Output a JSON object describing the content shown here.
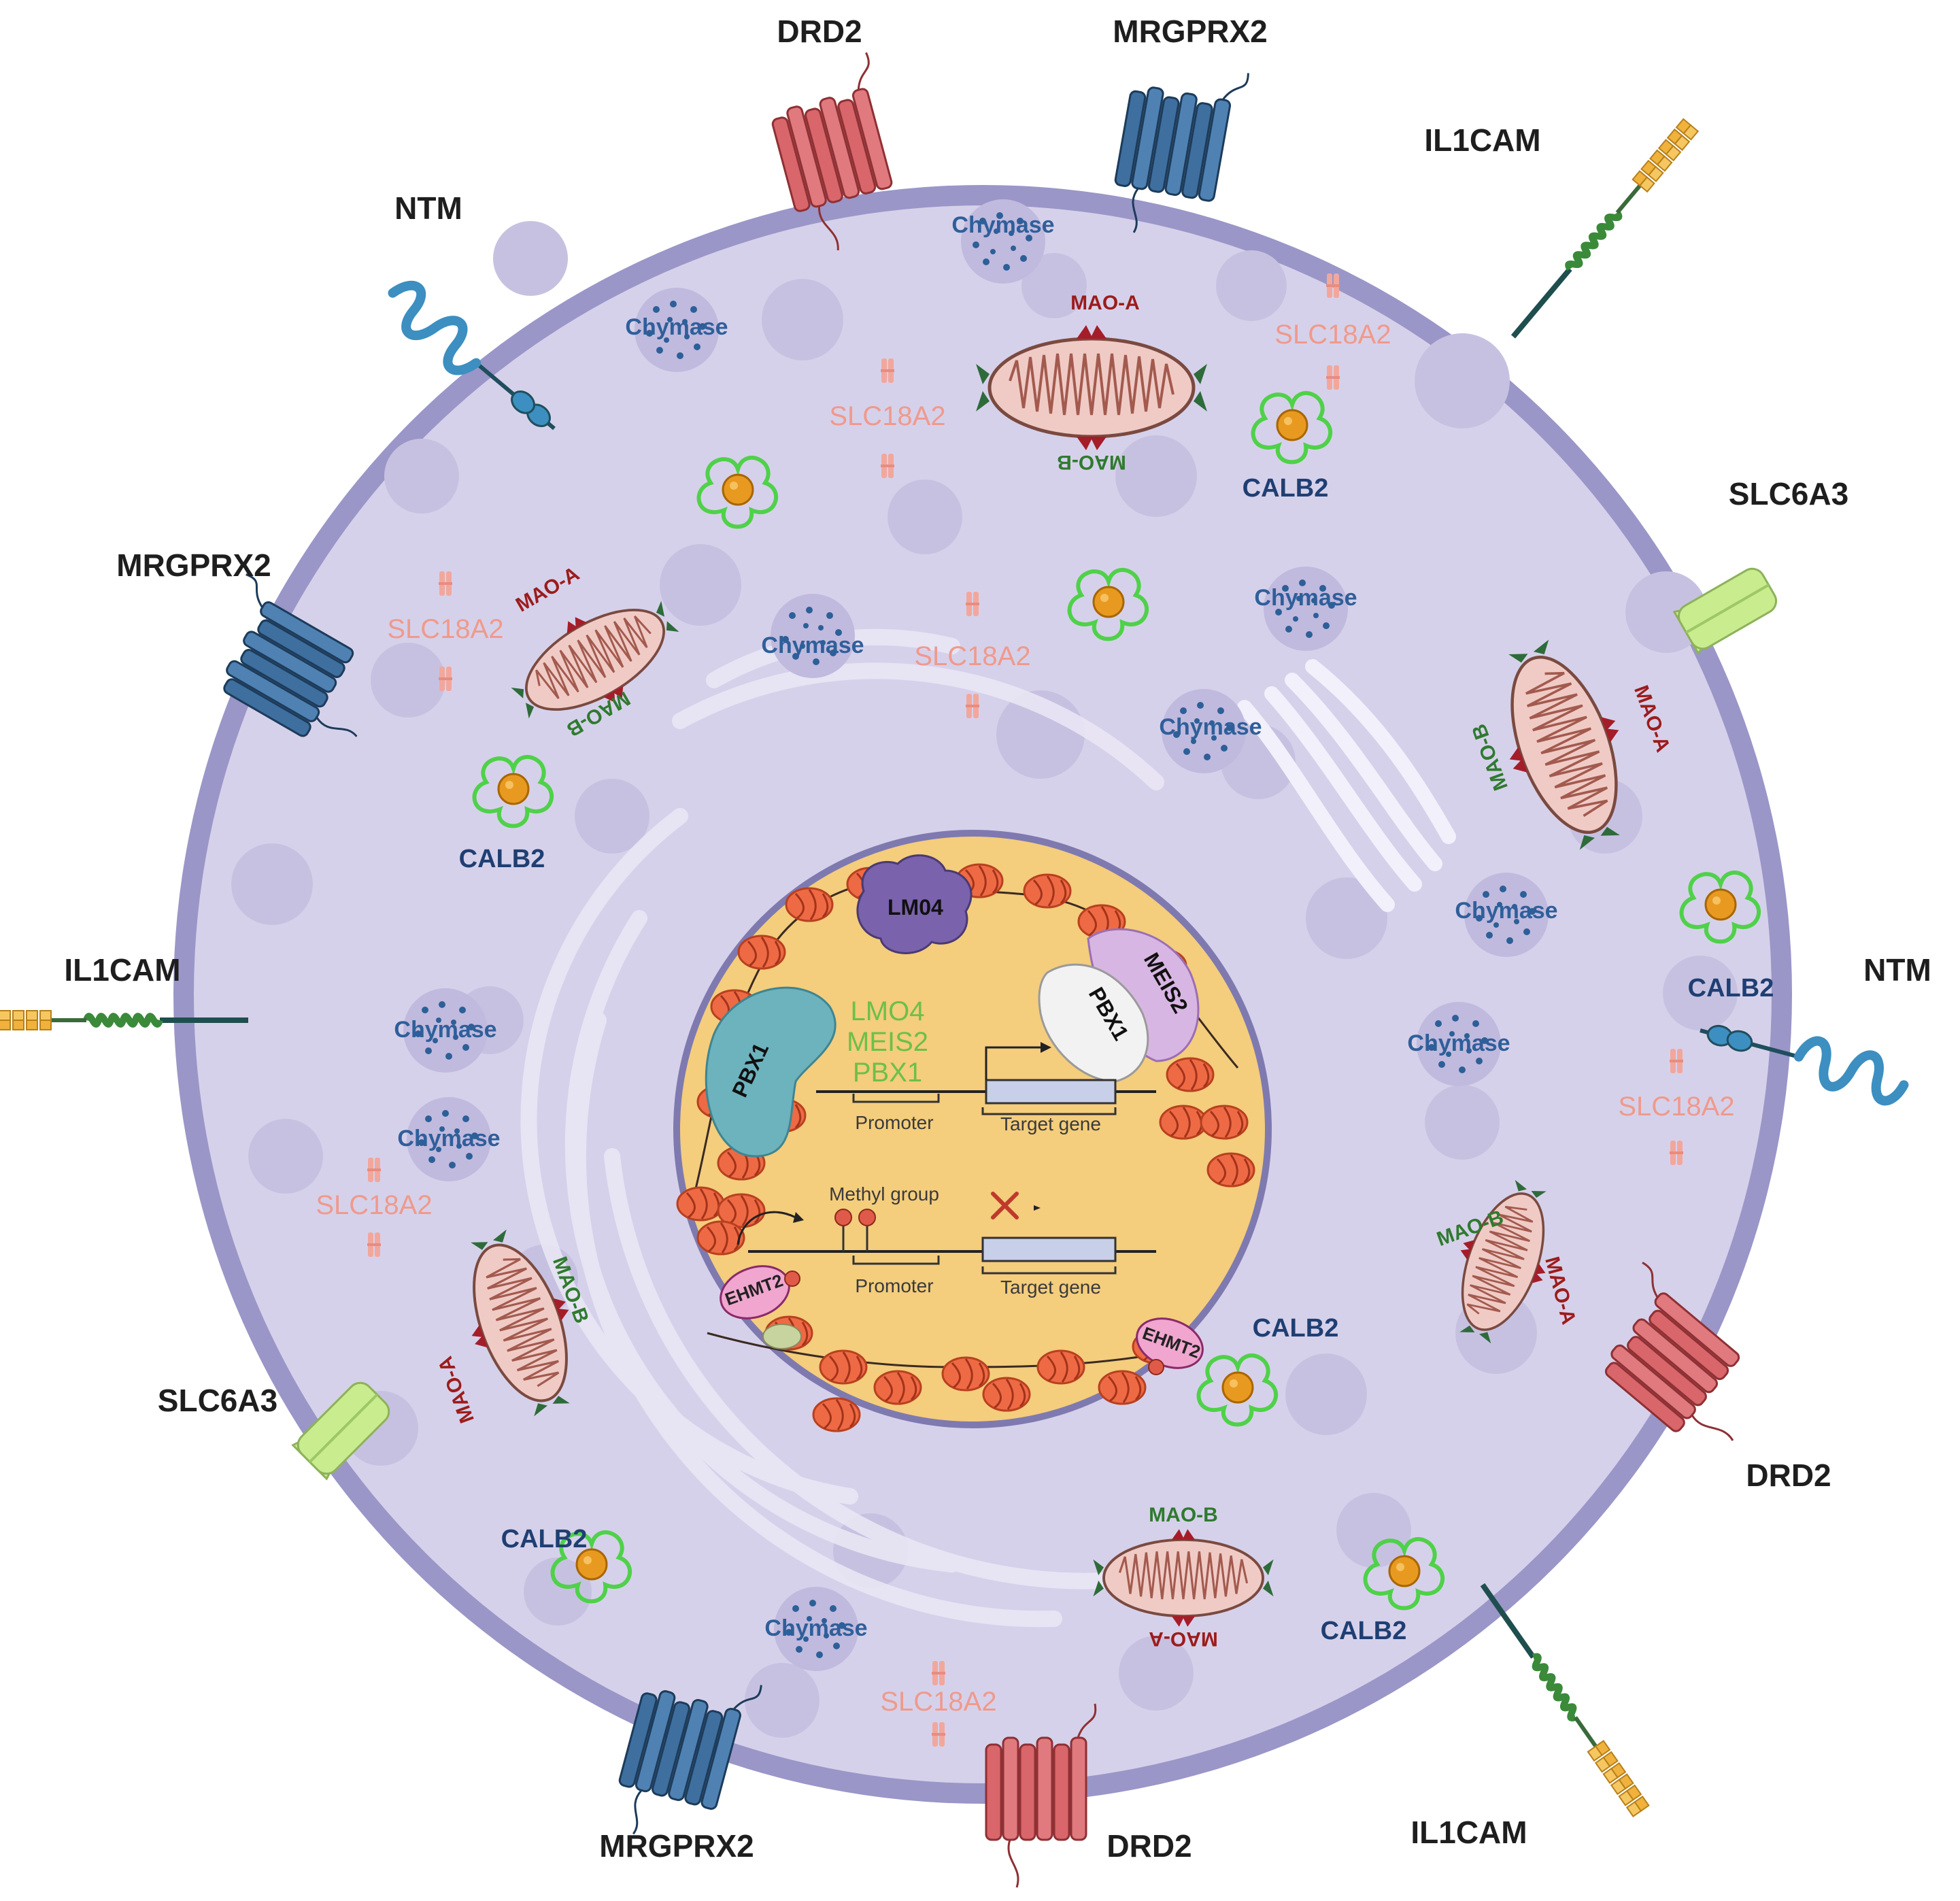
{
  "membrane_labels": {
    "drd2_top": "DRD2",
    "drd2_right": "DRD2",
    "drd2_bottom": "DRD2",
    "mrgprx2_top": "MRGPRX2",
    "mrgprx2_left": "MRGPRX2",
    "mrgprx2_bottom": "MRGPRX2",
    "il1cam_top_right": "IL1CAM",
    "il1cam_left": "IL1CAM",
    "il1cam_bottom_right": "IL1CAM",
    "ntm_top_left": "NTM",
    "ntm_right": "NTM",
    "slc6a3_right": "SLC6A3",
    "slc6a3_left": "SLC6A3"
  },
  "cytoplasm": {
    "chymase": "Chymase",
    "slc18a2": "SLC18A2",
    "calb2": "CALB2",
    "mao_a": "MAO-A",
    "mao_b": "MAO-B"
  },
  "nucleus": {
    "lmo4_protein": "LM04",
    "pbx1_left": "PBX1",
    "pbx1_right": "PBX1",
    "meis2": "MEIS2",
    "tf_list": [
      "LMO4",
      "MEIS2",
      "PBX1"
    ],
    "promoter": "Promoter",
    "target_gene": "Target gene",
    "methyl_group": "Methyl group",
    "ehmt2": "EHMT2"
  },
  "colors": {
    "membrane": "#9a96c8",
    "cytoplasm": "#d6d1ea",
    "organelle": "#c3bddf",
    "nucleus": "#f4cd7d",
    "nucleosome": "#ee6a45",
    "drd2": "#d9666a",
    "mrgprx2": "#3e6f9f",
    "slc6a3": "#c9ec8f",
    "il1cam_helix": "#3a8a3a",
    "il1cam_tail": "#f0b23c",
    "ntm": "#3c8fc0",
    "mitochondrion": "#efc7c2"
  }
}
